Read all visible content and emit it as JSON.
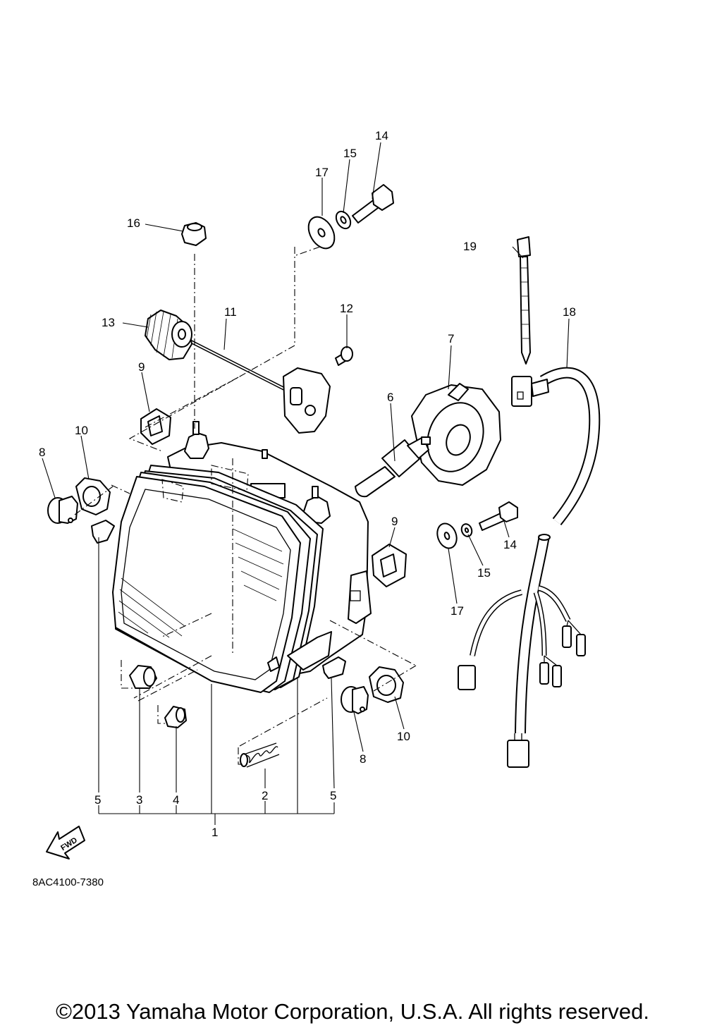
{
  "diagram": {
    "code": "8AC4100-7380",
    "copyright": "©2013 Yamaha Motor Corporation, U.S.A. All rights reserved.",
    "fwd_label": "FWD"
  },
  "callouts": [
    "1",
    "2",
    "3",
    "4",
    "5",
    "5",
    "6",
    "7",
    "8",
    "8",
    "9",
    "9",
    "10",
    "10",
    "11",
    "12",
    "13",
    "14",
    "14",
    "15",
    "15",
    "16",
    "17",
    "17",
    "18",
    "19"
  ]
}
